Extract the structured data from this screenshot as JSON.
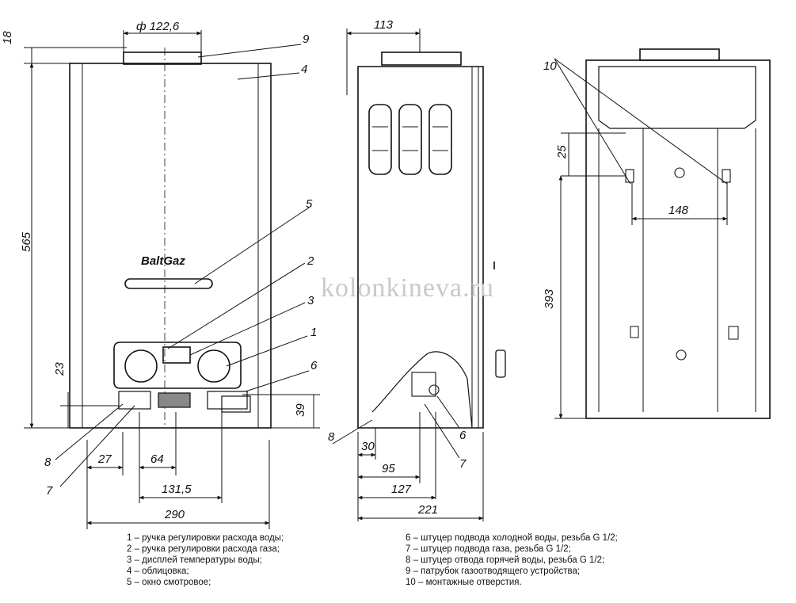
{
  "dimensions": {
    "front": {
      "top_offset": "18",
      "pipe_diameter": "ф 122,6",
      "height": "565",
      "bottom_23": "23",
      "bottom_39": "39",
      "w27": "27",
      "w64": "64",
      "w131": "131,5",
      "width": "290"
    },
    "side": {
      "depth_top": "113",
      "w30": "30",
      "w95": "95",
      "w127": "127",
      "depth": "221"
    },
    "back": {
      "d25": "25",
      "w148": "148",
      "h393": "393"
    }
  },
  "callouts": {
    "front": [
      "9",
      "4",
      "5",
      "2",
      "3",
      "1",
      "6",
      "8",
      "7"
    ],
    "side": [
      "8",
      "6",
      "7"
    ],
    "back": [
      "10"
    ]
  },
  "brand_logo": "BaltGaz",
  "watermark": "kolonkineva.ru",
  "legend_left": [
    "1 – ручка регулировки расхода воды;",
    "2 – ручка регулировки расхода газа;",
    "3 – дисплей температуры воды;",
    "4 – облицовка;",
    "5 – окно смотровое;"
  ],
  "legend_right": [
    "6 – штуцер подвода холодной воды, резьба G 1/2;",
    "7 – штуцер подвода газа, резьба G 1/2;",
    "8 – штуцер отвода горячей воды, резьба G 1/2;",
    "9 – патрубок газоотводящего устройства;",
    "10 – монтажные отверстия."
  ]
}
